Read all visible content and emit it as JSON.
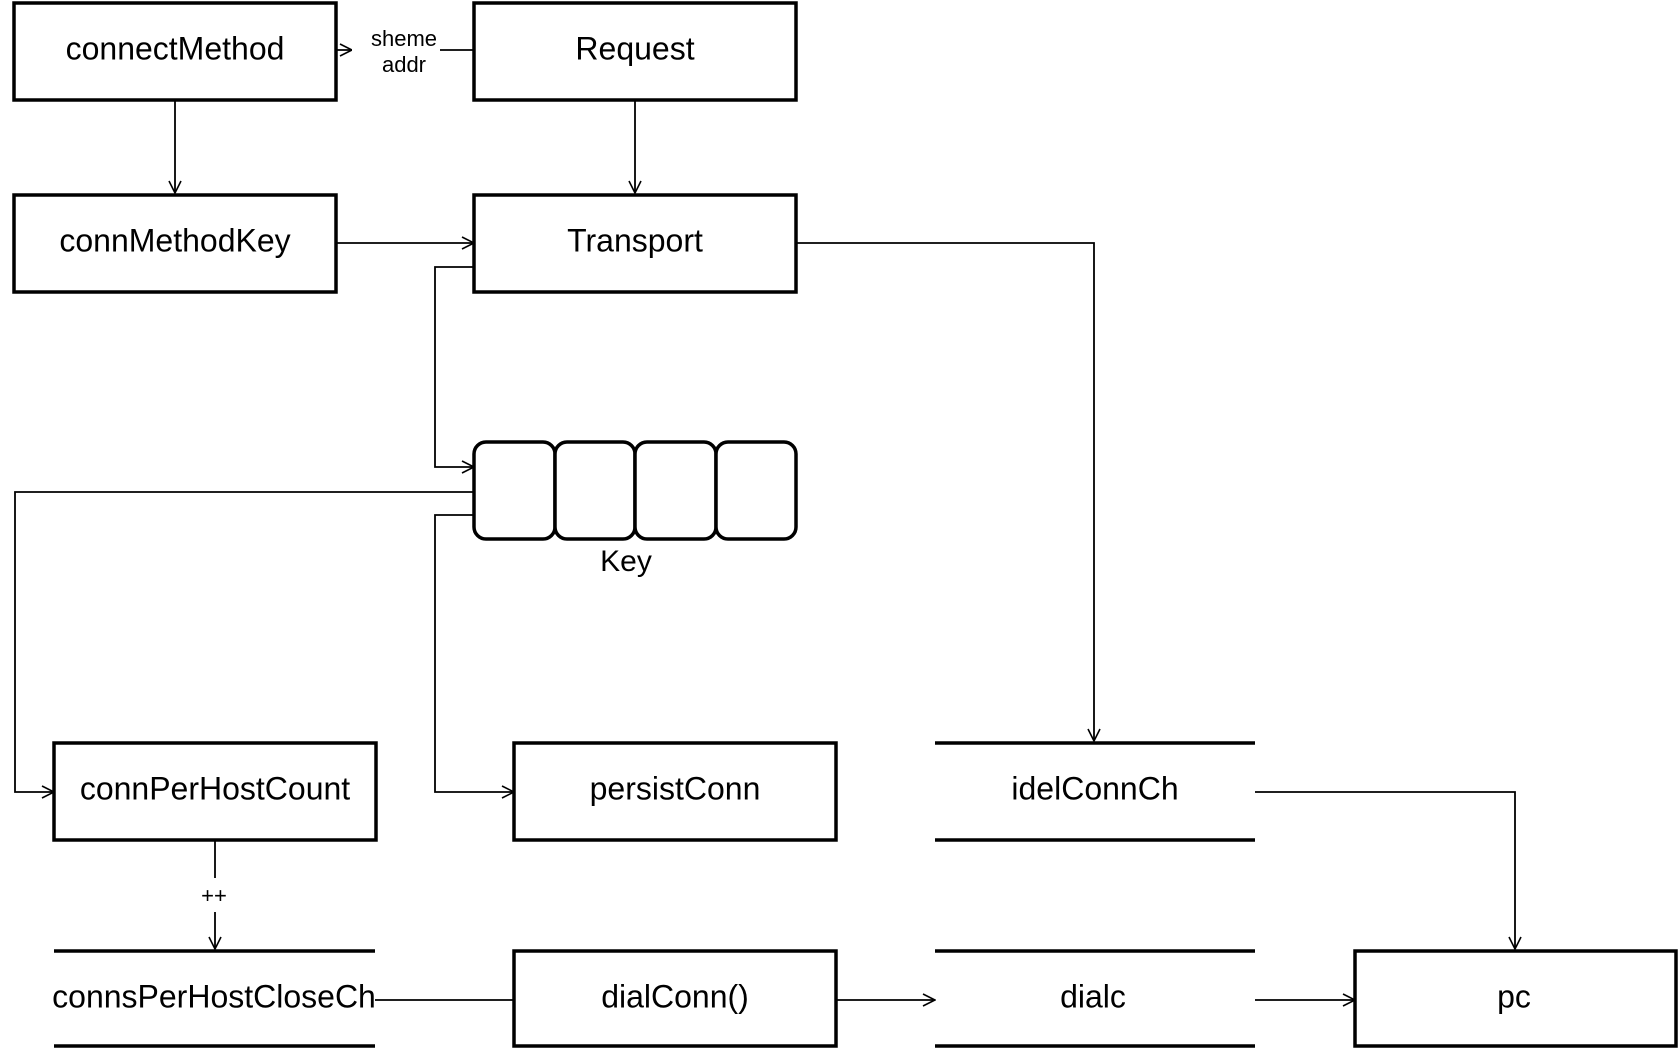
{
  "diagram": {
    "nodes": {
      "connect_method": "connectMethod",
      "request": "Request",
      "conn_method_key": "connMethodKey",
      "transport": "Transport",
      "key_label": "Key",
      "conn_per_host_count": "connPerHostCount",
      "persist_conn": "persistConn",
      "idel_conn_ch": "idelConnCh",
      "conns_per_host_close_ch": "connsPerHostCloseCh",
      "dial_conn": "dialConn()",
      "dialc": "dialc",
      "pc": "pc"
    },
    "edge_labels": {
      "request_to_connect_method_line1": "sheme",
      "request_to_connect_method_line2": "addr",
      "count_to_close_ch": "++"
    },
    "colors": {
      "stroke": "#000000",
      "background": "#ffffff"
    }
  }
}
